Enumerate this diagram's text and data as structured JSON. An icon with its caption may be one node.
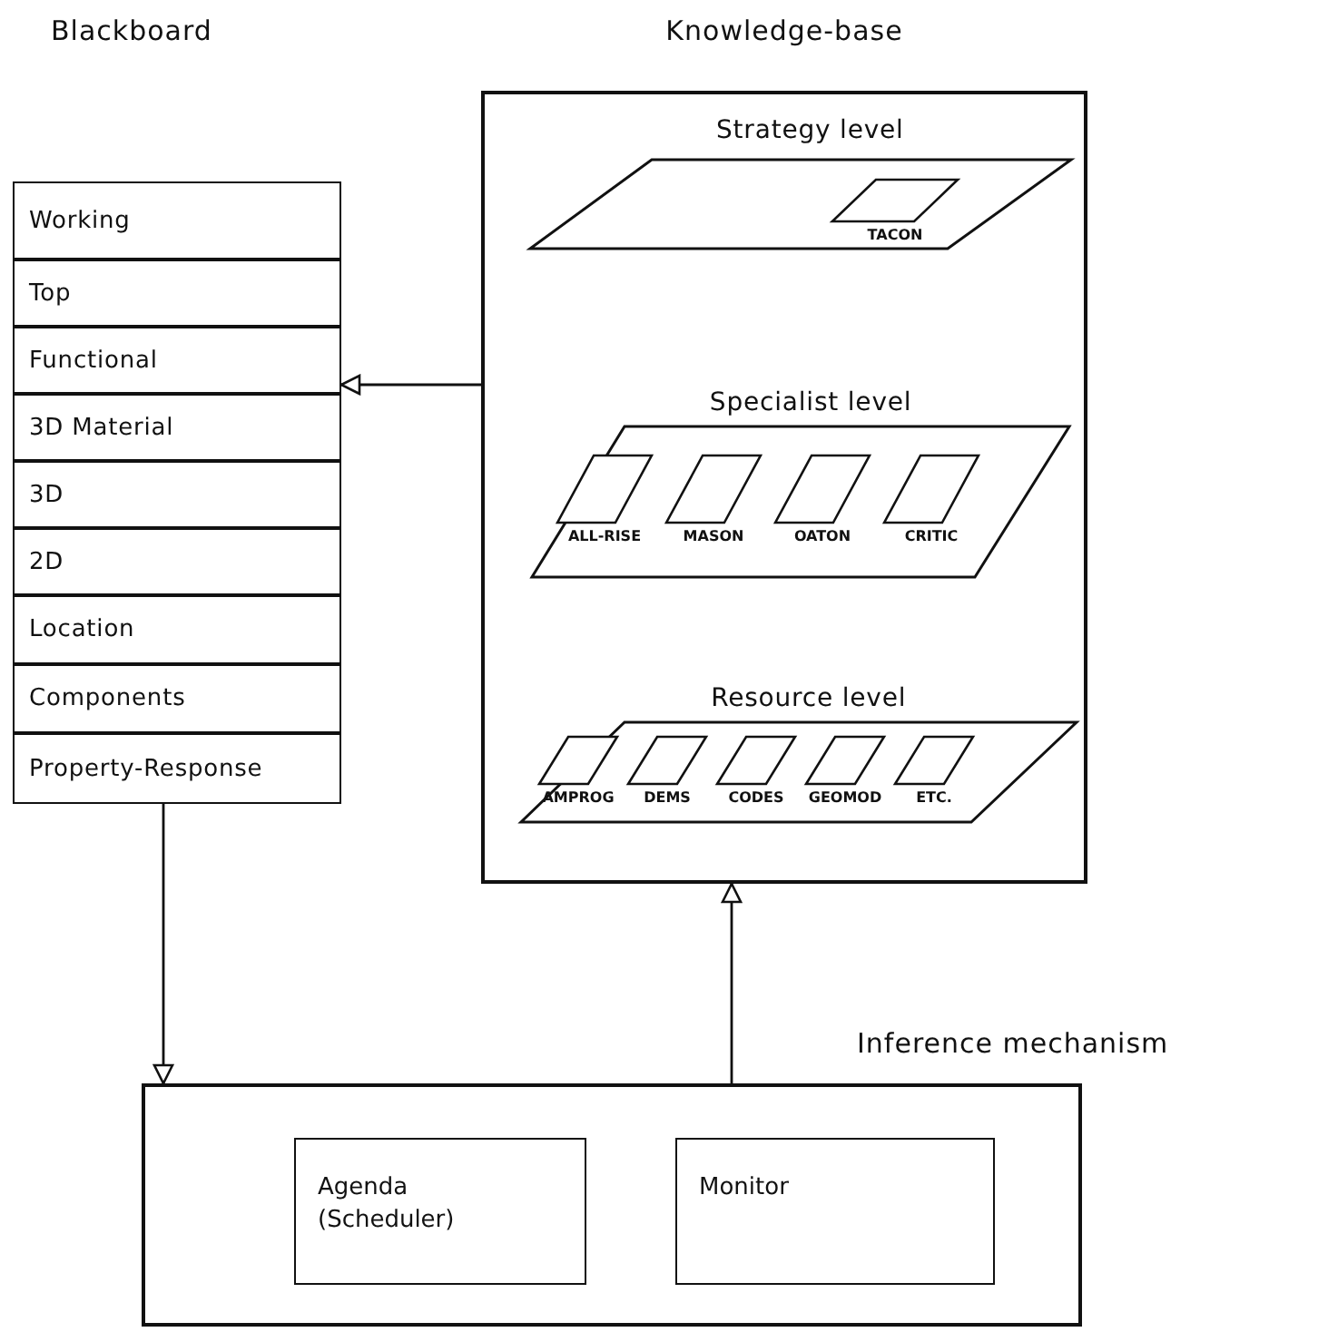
{
  "diagram": {
    "nodes": [
      {
        "text": [
          "Blackboard"
        ]
      },
      {
        "text": [
          "Working"
        ],
        "in": 0
      },
      {
        "text": [
          "Top"
        ],
        "in": 0
      },
      {
        "text": [
          "Functional"
        ],
        "in": 0
      },
      {
        "text": [
          "3D Material"
        ],
        "in": 0
      },
      {
        "text": [
          "3D"
        ],
        "in": 0
      },
      {
        "text": [
          "2D"
        ],
        "in": 0
      },
      {
        "text": [
          "Location"
        ],
        "in": 0
      },
      {
        "text": [
          "Components"
        ],
        "in": 0
      },
      {
        "text": [
          "Property-Response"
        ],
        "in": 0
      },
      {
        "text": [
          "Knowledge-base"
        ]
      },
      {
        "text": [
          "Strategy level"
        ],
        "in": 10
      },
      {
        "text": [
          "TACON"
        ],
        "in": 11
      },
      {
        "text": [
          "Specialist level"
        ],
        "in": 10
      },
      {
        "text": [
          "ALL-RISE"
        ],
        "in": 13
      },
      {
        "text": [
          "MASON"
        ],
        "in": 13
      },
      {
        "text": [
          "OATON"
        ],
        "in": 13
      },
      {
        "text": [
          "CRITIC"
        ],
        "in": 13
      },
      {
        "text": [
          "Resource level"
        ],
        "in": 10
      },
      {
        "text": [
          "AMPROG"
        ],
        "in": 18
      },
      {
        "text": [
          "DEMS"
        ],
        "in": 18
      },
      {
        "text": [
          "CODES"
        ],
        "in": 18
      },
      {
        "text": [
          "GEOMOD"
        ],
        "in": 18
      },
      {
        "text": [
          "ETC."
        ],
        "in": 18
      },
      {
        "text": [
          "Inference mechanism"
        ]
      },
      {
        "text": [
          "Agenda (Scheduler)"
        ],
        "in": 24
      },
      {
        "text": [
          "Monitor"
        ],
        "in": 24
      }
    ],
    "edges": [
      {
        "from": 10,
        "to": 3,
        "arrow": "to"
      },
      {
        "from": 0,
        "to": 24,
        "arrow": "to"
      },
      {
        "from": 24,
        "to": 10,
        "arrow": "to"
      }
    ]
  }
}
